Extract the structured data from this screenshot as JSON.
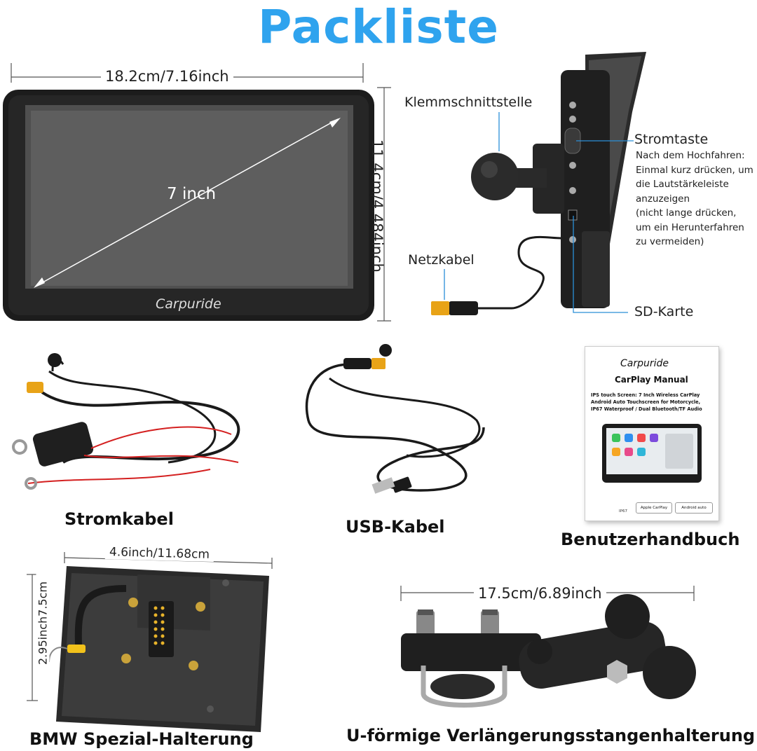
{
  "title": "Packliste",
  "dimensions": {
    "screen_width": "18.2cm/7.16inch",
    "screen_height": "11.4cm/4.484inch",
    "screen_diagonal": "7 inch",
    "mount_width": "4.6inch/11.68cm",
    "mount_height": "2.95inch7.5cm",
    "bar_width": "17.5cm/6.89inch"
  },
  "brand": "Carpuride",
  "callouts": {
    "clamp": "Klemmschnittstelle",
    "power_button": "Stromtaste",
    "power_note": [
      "Nach dem Hochfahren:",
      "Einmal kurz drücken, um",
      "die Lautstärkeleiste",
      "anzuzeigen",
      "(nicht lange drücken,",
      "um ein Herunterfahren",
      "zu vermeiden)"
    ],
    "net_cable": "Netzkabel",
    "sd_card": "SD-Karte"
  },
  "items": {
    "power_cable": "Stromkabel",
    "usb_cable": "USB-Kabel",
    "manual": "Benutzerhandbuch",
    "bmw_mount": "BMW Spezial-Halterung",
    "u_mount": "U-förmige Verlängerungsstangenhalterung"
  },
  "manual_cover": {
    "brand": "Carpuride",
    "title": "CarPlay Manual",
    "lines": [
      "IPS touch Screen: 7 Inch Wireless CarPlay",
      "Android Auto Touchscreen for Motorcycle,",
      "IP67 Waterproof / Dual Bluetooth/TF Audio"
    ],
    "badges": [
      "IP67",
      "Apple CarPlay",
      "Android auto"
    ]
  },
  "colors": {
    "title": "#2fa3ee",
    "device_body": "#1c1c1c",
    "screen": "#5a5a5a",
    "connector": "#e8a317",
    "cable_red": "#d42020",
    "callout_line": "#2b8fd8"
  }
}
